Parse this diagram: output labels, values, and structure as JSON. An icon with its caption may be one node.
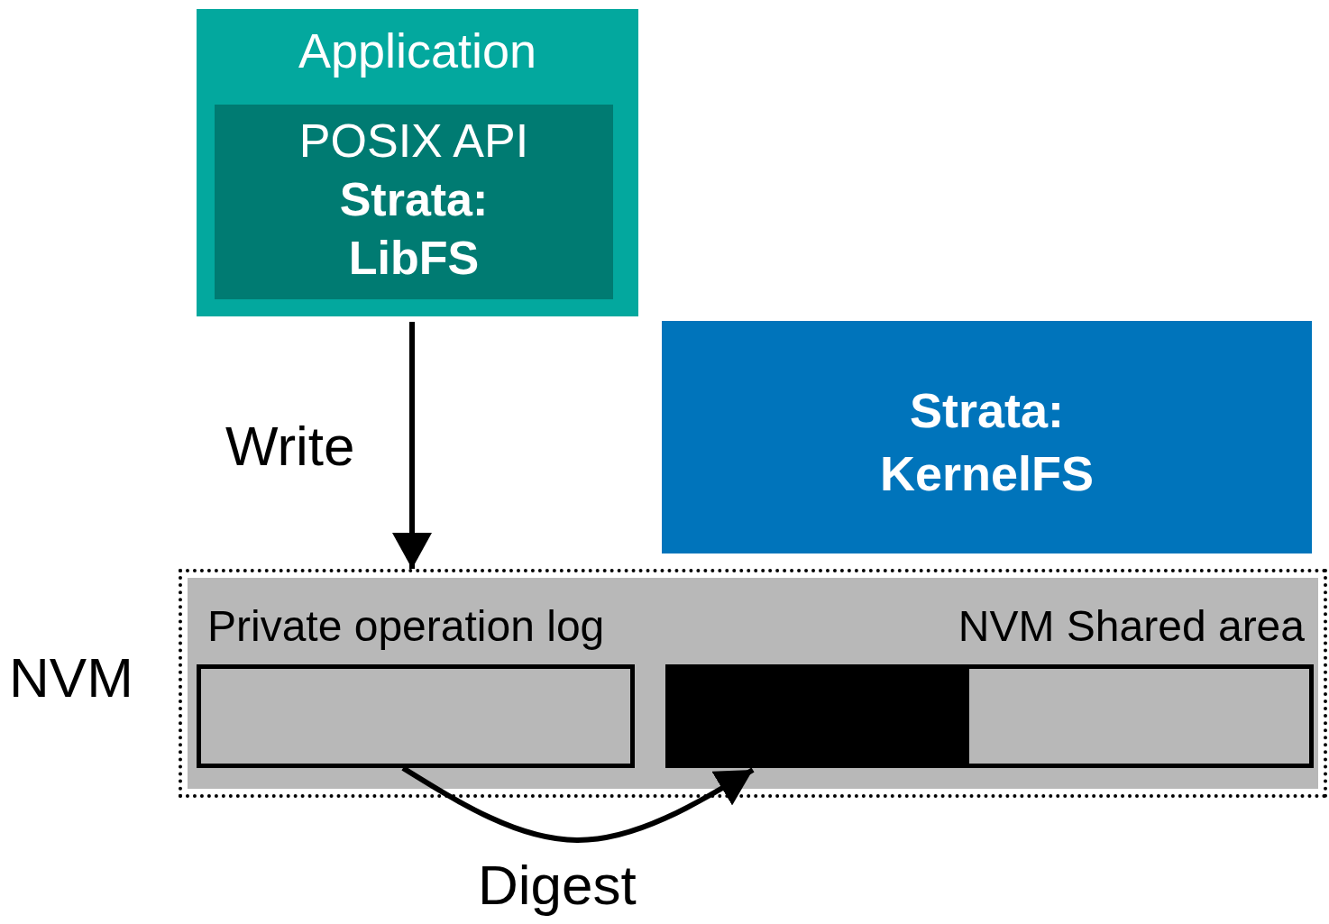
{
  "diagram": {
    "nodes": [
      {
        "text": [
          "Application"
        ]
      },
      {
        "text": [
          "POSIX API",
          "Strata: LibFS"
        ],
        "in": 0
      },
      {
        "text": [
          "Strata: KernelFS"
        ]
      },
      {
        "text": [],
        "shape": "box",
        "beside": [
          "NVM"
        ]
      },
      {
        "text": [
          "Private operation log"
        ],
        "in": 3
      },
      {
        "text": [
          "NVM Shared area"
        ],
        "in": 3
      },
      {
        "text": [],
        "shape": "bar",
        "in": 5
      }
    ],
    "edges": [
      {
        "from": 0,
        "to": 3,
        "arrow": "to",
        "label": "Write"
      },
      {
        "from": 4,
        "to": 6,
        "arrow": "to",
        "label": "Digest"
      }
    ]
  }
}
